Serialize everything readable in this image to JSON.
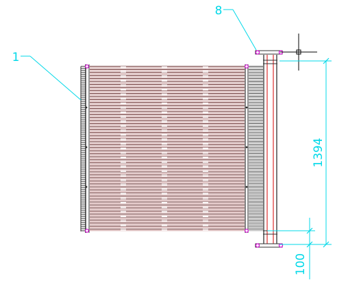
{
  "labels": {
    "part_1": "1",
    "part_8": "8"
  },
  "dimensions": {
    "height": "1394",
    "offset": "100"
  },
  "colors": {
    "background": "#ffffff",
    "tube_dark": "#5a1414",
    "tube_light": "#c89696",
    "frame": "#303030",
    "pipe": "#d40000",
    "flange": "#d000d0",
    "dimension": "#00d8e8",
    "leader": "#00d8e8",
    "crosshair": "#000000"
  }
}
